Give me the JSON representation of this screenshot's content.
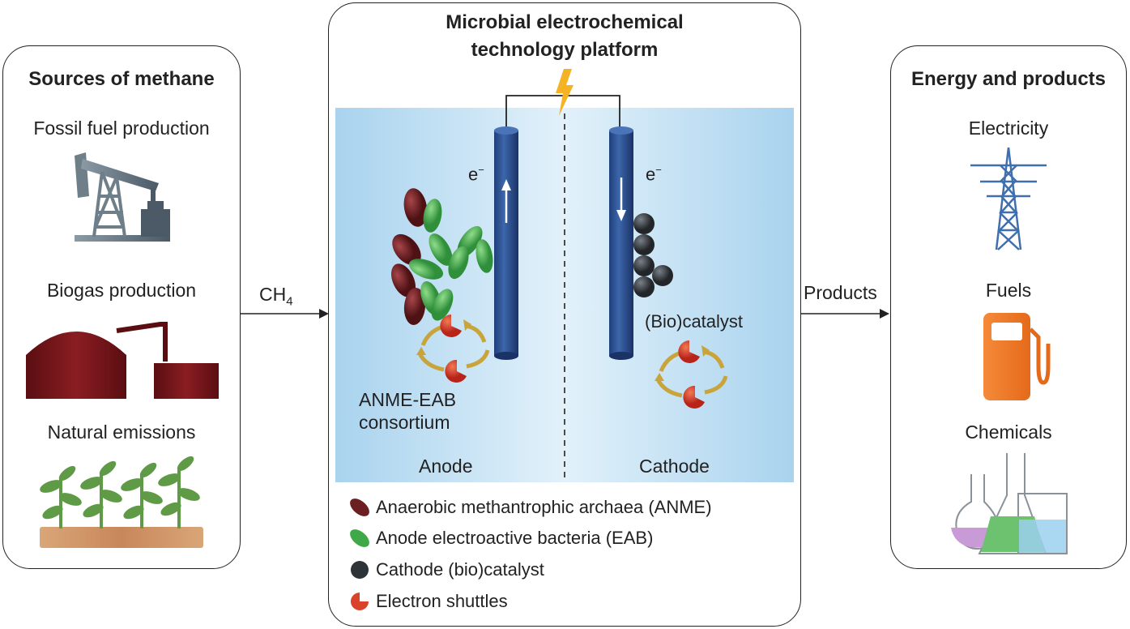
{
  "left_panel": {
    "title": "Sources of methane",
    "items": [
      "Fossil fuel production",
      "Biogas production",
      "Natural emissions"
    ]
  },
  "arrow_in": {
    "label_main": "CH",
    "label_sub": "4"
  },
  "center_panel": {
    "title_line1": "Microbial electrochemical",
    "title_line2": "technology platform",
    "electron_left": "e",
    "electron_right": "e",
    "electron_superscript": "−",
    "consortium_line1": "ANME-EAB",
    "consortium_line2": "consortium",
    "catalyst_label": "(Bio)catalyst",
    "anode_label": "Anode",
    "cathode_label": "Cathode"
  },
  "legend": [
    {
      "label": "Anaerobic methantrophic archaea (ANME)",
      "icon": "dark-red-ellipse-icon",
      "color": "#6b1f20"
    },
    {
      "label": "Anode electroactive bacteria (EAB)",
      "icon": "green-ellipse-icon",
      "color": "#3fa94a"
    },
    {
      "label": "Cathode (bio)catalyst",
      "icon": "dark-sphere-icon",
      "color": "#2e3338"
    },
    {
      "label": "Electron shuttles",
      "icon": "red-shuttle-icon",
      "color": "#d9432c"
    }
  ],
  "arrow_out": {
    "label": "Products"
  },
  "right_panel": {
    "title": "Energy and products",
    "items": [
      "Electricity",
      "Fuels",
      "Chemicals"
    ]
  }
}
